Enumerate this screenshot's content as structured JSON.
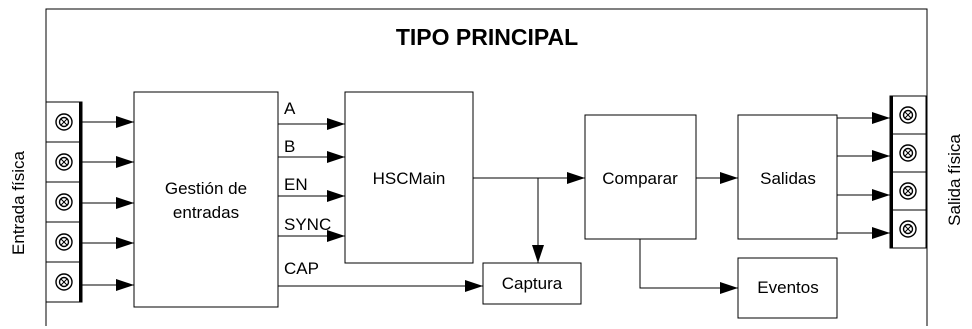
{
  "title": "TIPO PRINCIPAL",
  "side_labels": {
    "input": "Entrada física",
    "output": "Salida física"
  },
  "blocks": {
    "gestion": [
      "Gestión de",
      "entradas"
    ],
    "hscmain": "HSCMain",
    "comparar": "Comparar",
    "salidas": "Salidas",
    "captura": "Captura",
    "eventos": "Eventos"
  },
  "signals": [
    "A",
    "B",
    "EN",
    "SYNC",
    "CAP"
  ],
  "terminals": {
    "input_count": 5,
    "output_count": 4,
    "icon": "screw-terminal-icon"
  }
}
